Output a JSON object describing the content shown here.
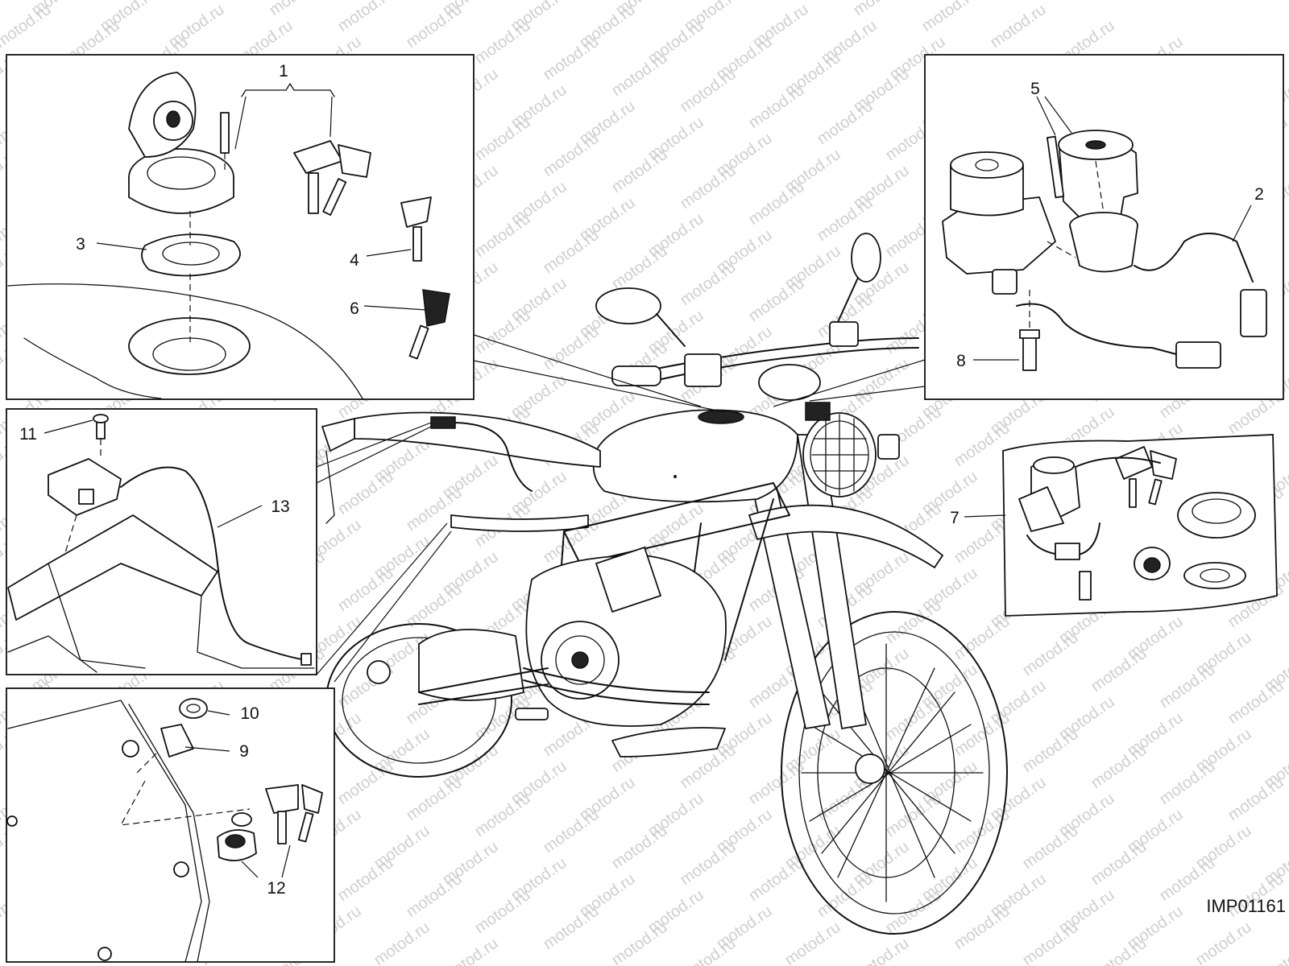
{
  "watermark": "motod.ru",
  "reference_code": "IMP01161",
  "callouts": [
    "1",
    "2",
    "3",
    "4",
    "5",
    "6",
    "7",
    "8",
    "9",
    "10",
    "11",
    "12",
    "13"
  ]
}
